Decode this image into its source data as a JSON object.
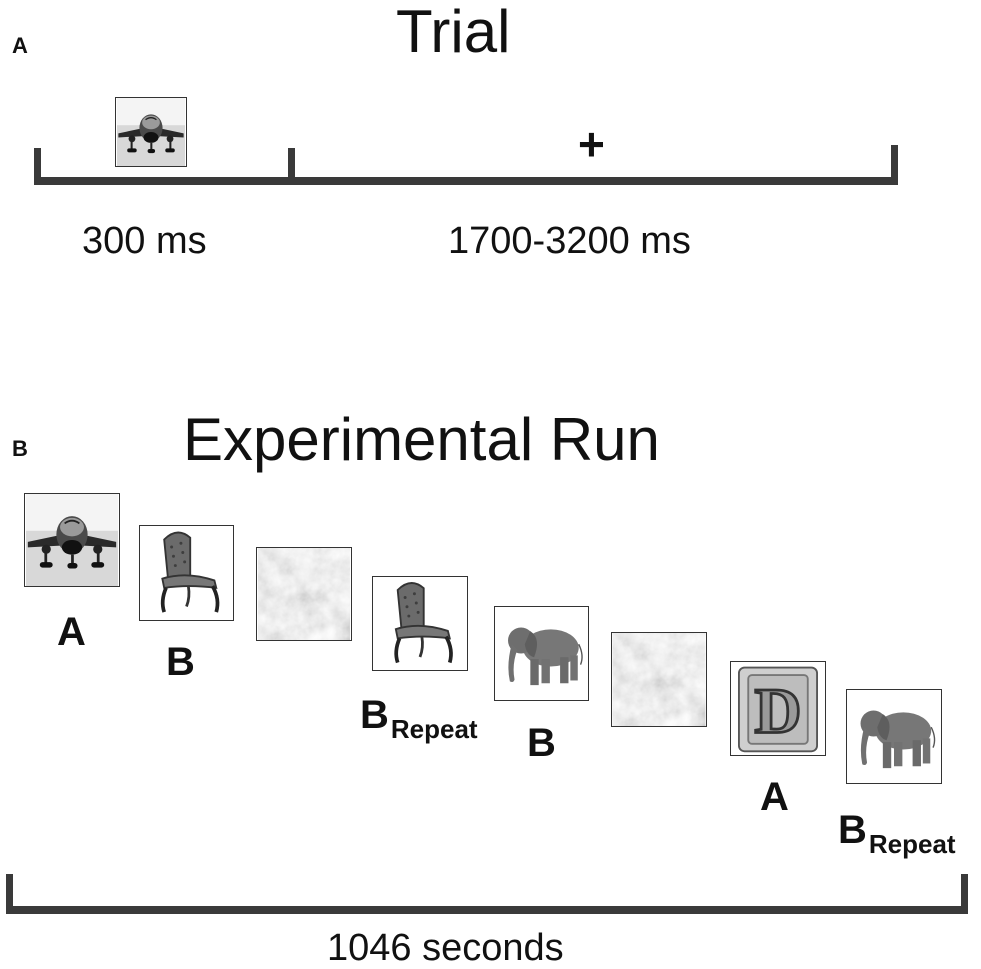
{
  "panel_a": {
    "label": "A",
    "title": "Trial",
    "fixation": "+",
    "stim_duration": "300 ms",
    "fixation_duration": "1700-3200 ms"
  },
  "panel_b": {
    "label": "B",
    "title": "Experimental Run",
    "total_duration": "1046 seconds",
    "sequence": [
      {
        "image": "airplane-icon",
        "label": "A",
        "sub": ""
      },
      {
        "image": "chair-icon",
        "label": "B",
        "sub": ""
      },
      {
        "image": "noise-icon",
        "label": "",
        "sub": ""
      },
      {
        "image": "chair-icon",
        "label": "B",
        "sub": "Repeat"
      },
      {
        "image": "elephant-icon",
        "label": "B",
        "sub": ""
      },
      {
        "image": "noise-icon",
        "label": "",
        "sub": ""
      },
      {
        "image": "letter-block-icon",
        "label": "A",
        "sub": ""
      },
      {
        "image": "elephant-icon",
        "label": "B",
        "sub": "Repeat"
      }
    ]
  }
}
